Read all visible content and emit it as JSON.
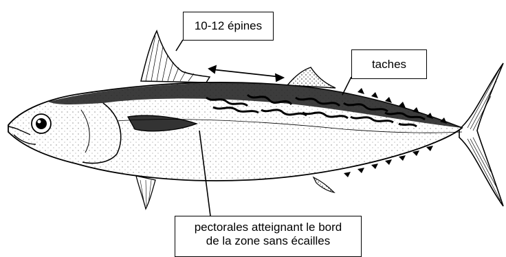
{
  "figure": {
    "subject": "fish-illustration",
    "labels": {
      "spines": "10-12 épines",
      "spots": "taches",
      "pectoral_line1": "pectorales atteignant le bord",
      "pectoral_line2": "de la zone sans écailles"
    }
  }
}
